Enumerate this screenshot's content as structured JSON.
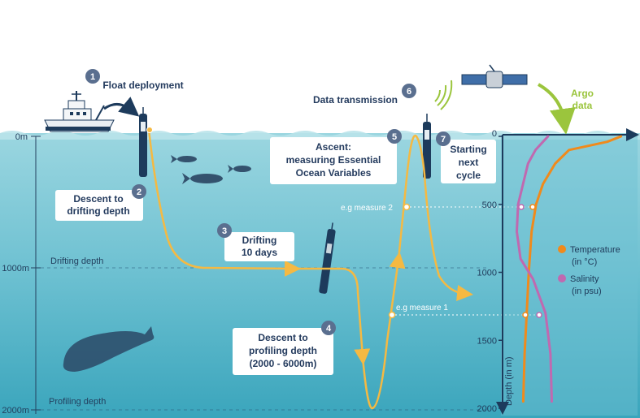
{
  "steps": [
    {
      "num": "1",
      "label": "Float deployment"
    },
    {
      "num": "2",
      "label_lines": [
        "Descent to",
        "drifting depth"
      ]
    },
    {
      "num": "3",
      "label_lines": [
        "Drifting",
        "10 days"
      ]
    },
    {
      "num": "4",
      "label_lines": [
        "Descent to",
        "profiling depth",
        "(2000 - 6000m)"
      ]
    },
    {
      "num": "5",
      "label_lines": [
        "Ascent:",
        "measuring Essential",
        "Ocean Variables"
      ]
    },
    {
      "num": "6",
      "label": "Data transmission"
    },
    {
      "num": "7",
      "label_lines": [
        "Starting",
        "next",
        "cycle"
      ]
    }
  ],
  "argo_data_lines": [
    "Argo",
    "data"
  ],
  "depth_markers": {
    "surface": "0m",
    "drifting_value": "1000m",
    "drifting_label": "Drifting depth",
    "profiling_value": "2000m",
    "profiling_label": "Profiling depth"
  },
  "measures": [
    "e.g measure 2",
    "e.g measure 1"
  ],
  "colors": {
    "sky": "#ffffff",
    "ocean_top": "#8fd0dc",
    "ocean_bottom": "#3fa9bf",
    "path": "#f5b942",
    "label_box": "#ffffff",
    "label_text": "#243b5e",
    "badge": "#5a6f8f",
    "temperature": "#f08a1c",
    "salinity": "#c069b0",
    "argo_green": "#9bc53d"
  },
  "chart_data": {
    "type": "line",
    "ylabel": "Depth (in m)",
    "ylim": [
      2000,
      0
    ],
    "yticks": [
      0,
      500,
      1000,
      1500,
      2000
    ],
    "xaxis_ticks_shown": false,
    "series": [
      {
        "name": "Temperature\n(in °C)",
        "legend_lines": [
          "Temperature",
          "(in °C)"
        ],
        "color": "#f08a1c",
        "depth": [
          0,
          40,
          100,
          200,
          350,
          500,
          700,
          1000,
          1300,
          1600,
          1950
        ],
        "value": [
          29,
          25,
          14,
          10,
          6.5,
          4.5,
          3.2,
          2.4,
          1.8,
          1.2,
          0.8
        ]
      },
      {
        "name": "Salinity\n(in psu)",
        "legend_lines": [
          "Salinity",
          "(in psu)"
        ],
        "color": "#c069b0",
        "depth": [
          0,
          40,
          100,
          200,
          350,
          500,
          700,
          900,
          1050,
          1300,
          1600,
          1950
        ],
        "value": [
          34.8,
          34.6,
          34.3,
          34.0,
          33.8,
          33.6,
          33.55,
          33.7,
          34.2,
          34.7,
          34.9,
          34.95
        ]
      }
    ]
  }
}
